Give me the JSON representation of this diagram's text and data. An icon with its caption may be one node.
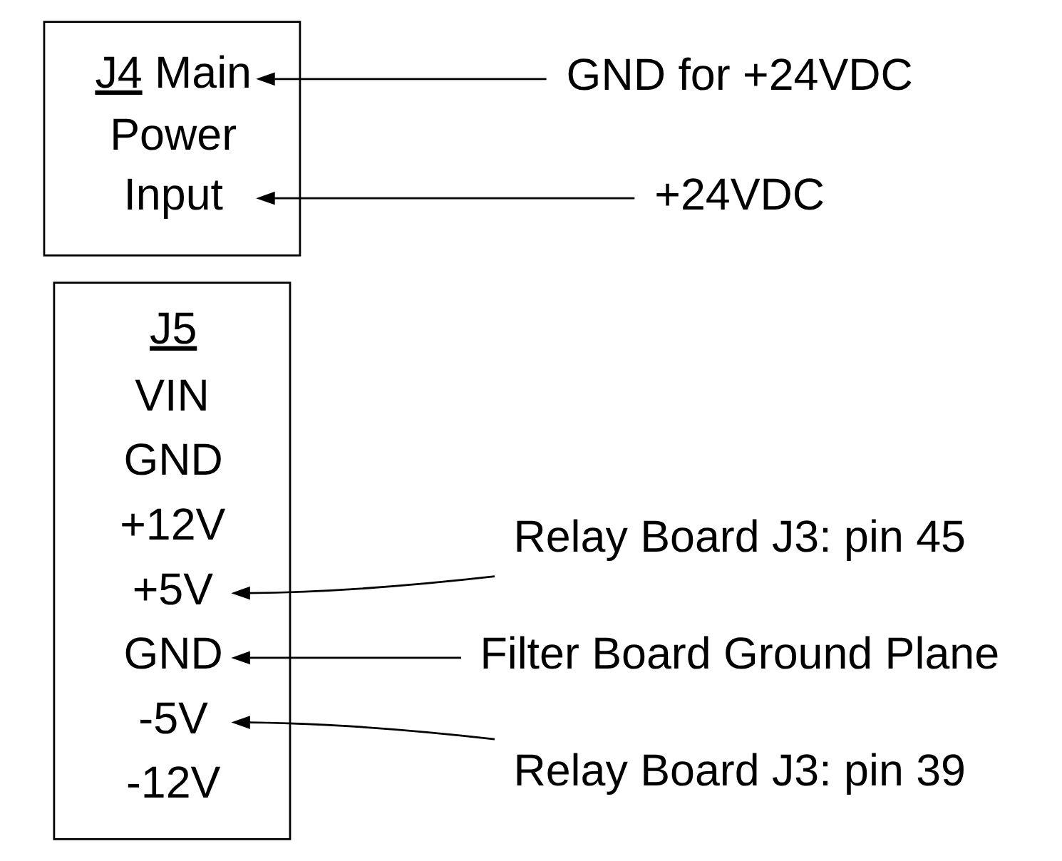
{
  "diagram": {
    "nodes": [
      {
        "text": [
          "J4 Main Power Input"
        ]
      },
      {
        "text": [
          "GND for +24VDC"
        ]
      },
      {
        "text": [
          "+24VDC"
        ]
      },
      {
        "text": [
          "J5",
          "VIN",
          "GND",
          "+12V",
          "+5V",
          "GND",
          "-5V",
          "-12V"
        ]
      },
      {
        "text": [
          "Relay Board J3: pin 45"
        ]
      },
      {
        "text": [
          "Filter Board Ground Plane"
        ]
      },
      {
        "text": [
          "Relay Board J3: pin 39"
        ]
      }
    ],
    "edges": [
      {
        "from": 1,
        "to": 0,
        "arrow": "to"
      },
      {
        "from": 2,
        "to": 0,
        "arrow": "to"
      },
      {
        "from": 4,
        "to": 3,
        "arrow": "to"
      },
      {
        "from": 5,
        "to": 3,
        "arrow": "to"
      },
      {
        "from": 6,
        "to": 3,
        "arrow": "to"
      }
    ]
  }
}
